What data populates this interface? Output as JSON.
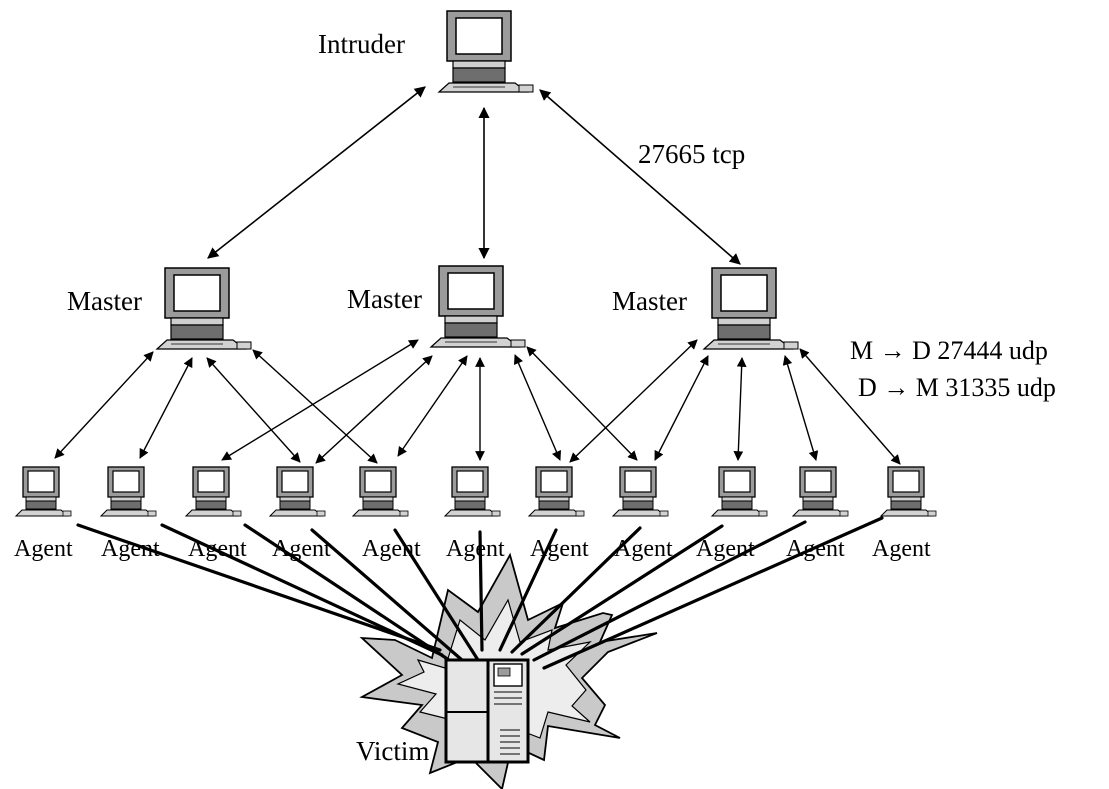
{
  "labels": {
    "intruder": "Intruder",
    "port_tcp": "27665 tcp",
    "master": "Master",
    "m_to_d": "M → D 27444 udp",
    "d_to_m": "D → M 31335 udp",
    "agent": "Agent",
    "victim": "Victim"
  },
  "colors": {
    "stroke": "#000000",
    "screen_frame": "#9b9b9b",
    "screen_glass": "#ffffff",
    "base_dark": "#6e6e6e",
    "keyboard": "#d2d2d2",
    "burst_outer": "#c9c9c9",
    "burst_inner": "#ededed",
    "server": "#e6e6e6"
  },
  "icons": {
    "intruder": "desktop-computer-icon",
    "master": "desktop-computer-icon",
    "agent": "desktop-computer-icon",
    "victim": "server-tower-icon",
    "impact": "explosion-burst-icon"
  }
}
